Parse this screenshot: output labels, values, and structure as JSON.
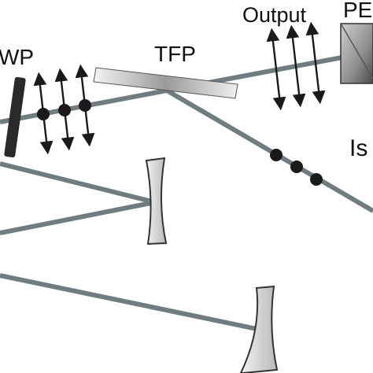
{
  "labels": {
    "waveplate": "WP",
    "polarizer": "TFP",
    "output": "Output",
    "pe_partial": "PE",
    "is_partial": "Is"
  },
  "colors": {
    "beam": "#6f7c80",
    "optic_dark": "#2a2a2a",
    "optic_mid": "#a9a9a9",
    "optic_light": "#f2f2f2",
    "arrow": "#1a1a1a",
    "dot": "#1a1a1a",
    "text": "#111111"
  },
  "icons": {
    "polarization_arrow": "double-headed-arrow",
    "polarization_dot": "filled-circle"
  }
}
